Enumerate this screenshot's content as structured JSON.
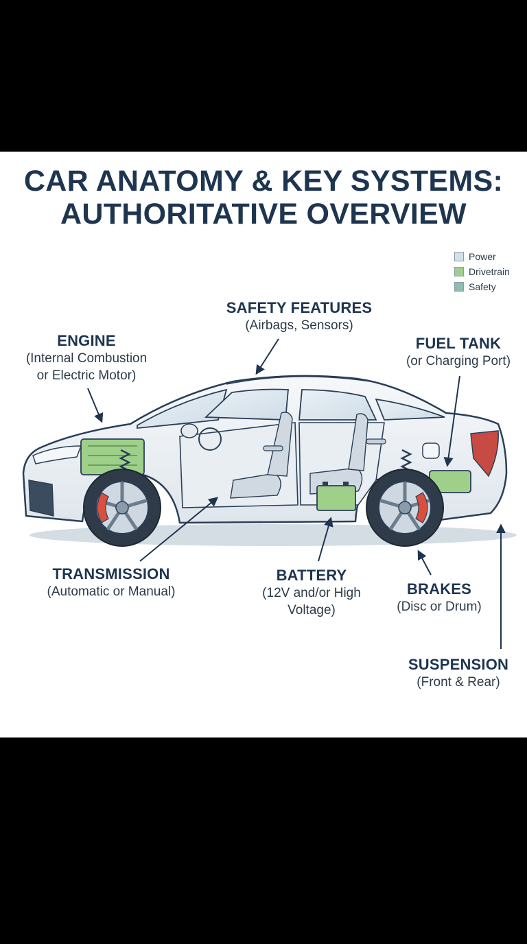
{
  "title": {
    "line1": "CAR ANATOMY & KEY SYSTEMS:",
    "line2": "AUTHORITATIVE OVERVIEW"
  },
  "legend": [
    {
      "label": "Power",
      "color": "#d4dee8"
    },
    {
      "label": "Drivetrain",
      "color": "#9fd08a"
    },
    {
      "label": "Safety",
      "color": "#8fbcb0"
    }
  ],
  "callouts": {
    "safety": {
      "name": "SAFETY FEATURES",
      "desc": [
        "(Airbags, Sensors)"
      ]
    },
    "engine": {
      "name": "ENGINE",
      "desc": [
        "(Internal Combustion",
        "or Electric Motor)"
      ]
    },
    "fuel": {
      "name": "FUEL TANK",
      "desc": [
        "(or Charging Port)"
      ]
    },
    "transmission": {
      "name": "TRANSMISSION",
      "desc": [
        "(Automatic or Manual)"
      ]
    },
    "battery": {
      "name": "BATTERY",
      "desc": [
        "(12V and/or High",
        "Voltage)"
      ]
    },
    "brakes": {
      "name": "BRAKES",
      "desc": [
        "(Disc or Drum)"
      ]
    },
    "suspension": {
      "name": "SUSPENSION",
      "desc": [
        "(Front & Rear)"
      ]
    }
  },
  "colors": {
    "heading": "#1e3550",
    "outline": "#2a3f57",
    "component_green": "#9fd08a",
    "brake_red": "#d9503f"
  }
}
